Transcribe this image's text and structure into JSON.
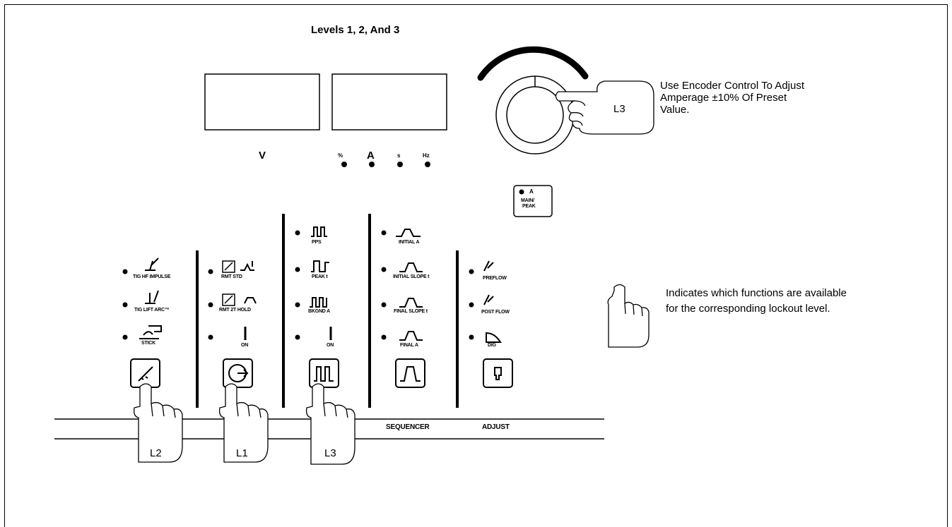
{
  "title": "Levels 1, 2, And 3",
  "encoder_note": [
    "Use Encoder Control To Adjust",
    "Amperage ±10% Of Preset",
    "Value."
  ],
  "indicator_note": [
    "Indicates which functions are available",
    "for the corresponding lockout level."
  ],
  "display": {
    "volts_label": "V",
    "amps_label": "A",
    "percent_label": "%",
    "seconds_label": "s",
    "hertz_label": "Hz"
  },
  "main_peak": {
    "indicator": "A",
    "label_line1": "MAIN/",
    "label_line2": "PEAK"
  },
  "process": {
    "items": [
      "TIG HF IMPULSE",
      "TIG LIFT ARC™",
      "STICK"
    ]
  },
  "output": {
    "items": [
      "RMT STD",
      "RMT 2T HOLD",
      "ON"
    ]
  },
  "pulser": {
    "items": [
      "PPS",
      "PEAK t",
      "BKGND A",
      "ON"
    ]
  },
  "sequencer": {
    "items": [
      "INITIAL A",
      "INITIAL SLOPE t",
      "FINAL SLOPE t",
      "FINAL A"
    ],
    "label": "SEQUENCER"
  },
  "adjust": {
    "items": [
      "PREFLOW",
      "POST FLOW",
      "DIG"
    ],
    "label": "ADJUST"
  },
  "hands": {
    "process": "L2",
    "output": "L1",
    "pulser": "L3",
    "encoder": "L3"
  },
  "icons": [
    "encoder-knob-icon",
    "pointing-hand-icon",
    "process-button-icon",
    "output-button-icon",
    "pulser-button-icon",
    "sequencer-button-icon",
    "adjust-button-icon"
  ]
}
